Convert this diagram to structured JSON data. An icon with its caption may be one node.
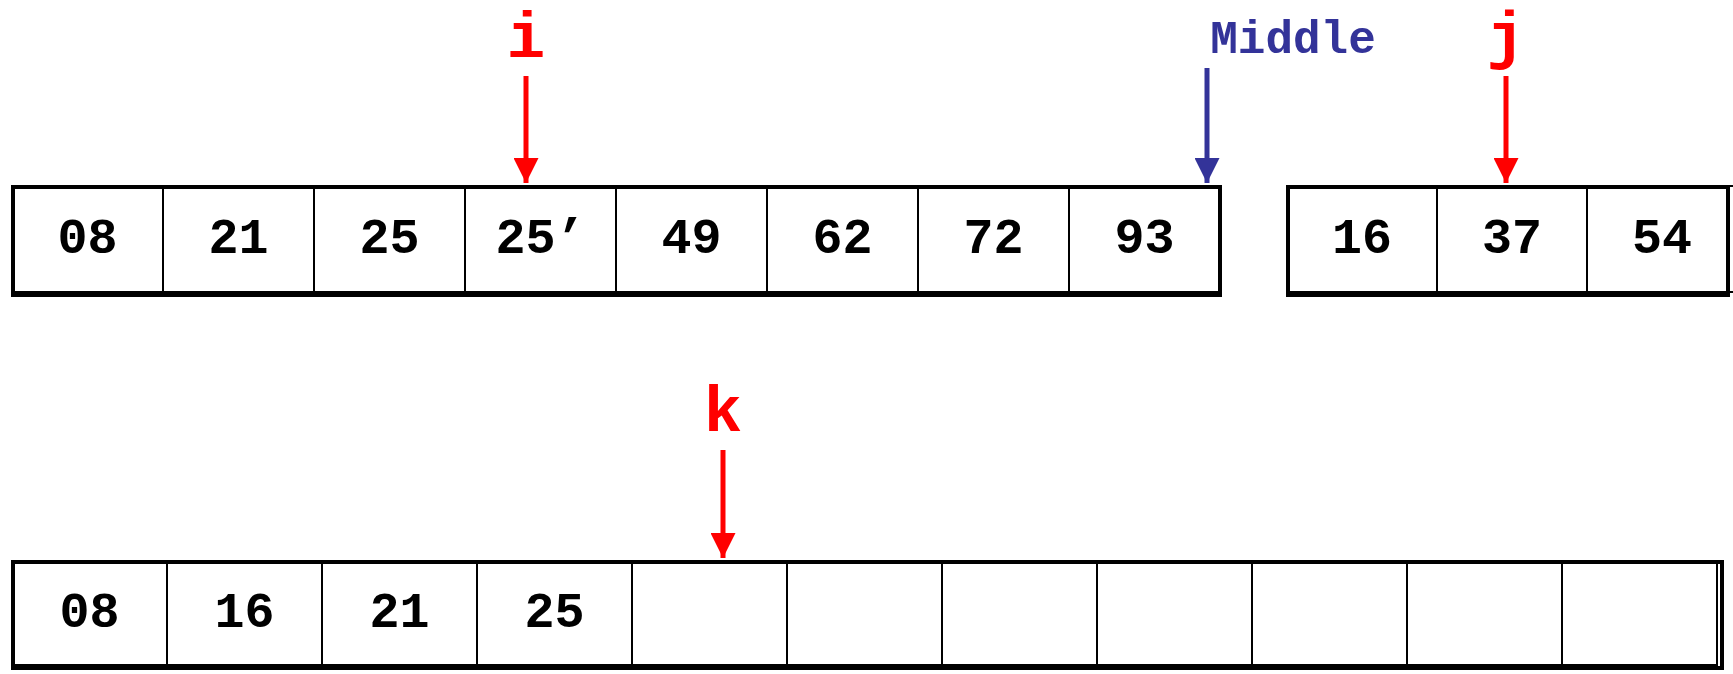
{
  "diagram": {
    "nodes": [
      {
        "text": [
          "i"
        ]
      },
      {
        "text": [
          "Middle"
        ]
      },
      {
        "text": [
          "j"
        ]
      },
      {
        "text": [],
        "shape": "box"
      },
      {
        "text": [
          "08"
        ],
        "in": 3
      },
      {
        "text": [
          "21"
        ],
        "in": 3
      },
      {
        "text": [
          "25"
        ],
        "in": 3
      },
      {
        "text": [
          "25’"
        ],
        "in": 3
      },
      {
        "text": [
          "49"
        ],
        "in": 3
      },
      {
        "text": [
          "62"
        ],
        "in": 3
      },
      {
        "text": [
          "72"
        ],
        "in": 3
      },
      {
        "text": [
          "93"
        ],
        "in": 3
      },
      {
        "text": [],
        "shape": "box"
      },
      {
        "text": [
          "16"
        ],
        "in": 12
      },
      {
        "text": [
          "37"
        ],
        "in": 12
      },
      {
        "text": [
          "54"
        ],
        "in": 12
      },
      {
        "text": [
          "k"
        ]
      },
      {
        "text": [],
        "shape": "box"
      },
      {
        "text": [
          "08"
        ],
        "in": 17
      },
      {
        "text": [
          "16"
        ],
        "in": 17
      },
      {
        "text": [
          "21"
        ],
        "in": 17
      },
      {
        "text": [
          "25"
        ],
        "in": 17
      },
      {
        "text": [],
        "shape": "box",
        "in": 17
      },
      {
        "text": [],
        "shape": "box",
        "in": 17
      },
      {
        "text": [],
        "shape": "box",
        "in": 17
      },
      {
        "text": [],
        "shape": "box",
        "in": 17
      },
      {
        "text": [],
        "shape": "box",
        "in": 17
      },
      {
        "text": [],
        "shape": "box",
        "in": 17
      },
      {
        "text": [],
        "shape": "box",
        "in": 17
      }
    ],
    "edges": [
      {
        "from": 0,
        "to": 7,
        "arrow": "to"
      },
      {
        "from": 1,
        "to": 11,
        "arrow": "to",
        "color": "#333399"
      },
      {
        "from": 2,
        "to": 14,
        "arrow": "to"
      },
      {
        "from": 16,
        "to": 22,
        "arrow": "to"
      }
    ]
  }
}
